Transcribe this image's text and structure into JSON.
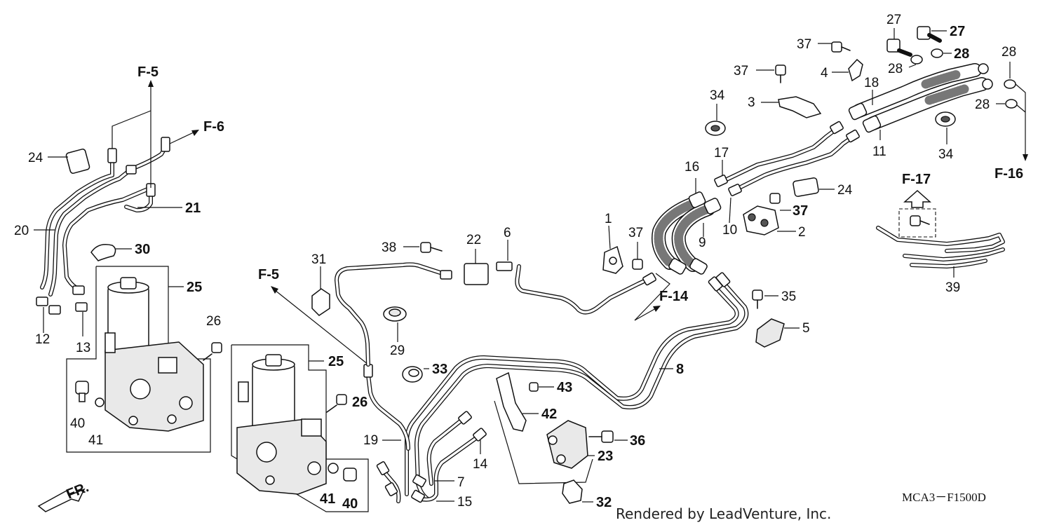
{
  "diagram": {
    "callouts": {
      "c1": "1",
      "c2": "2",
      "c3": "3",
      "c4": "4",
      "c5": "5",
      "c6": "6",
      "c7": "7",
      "c8": "8",
      "c9": "9",
      "c10": "10",
      "c11": "11",
      "c12": "12",
      "c13": "13",
      "c14": "14",
      "c15": "15",
      "c16": "16",
      "c17": "17",
      "c18": "18",
      "c19": "19",
      "c20": "20",
      "c21": "21",
      "c22": "22",
      "c23": "23",
      "c24a": "24",
      "c24b": "24",
      "c25a": "25",
      "c25b": "25",
      "c26a": "26",
      "c26b": "26",
      "c27a": "27",
      "c27b": "27",
      "c28a": "28",
      "c28b": "28",
      "c28c": "28",
      "c28d": "28",
      "c29": "29",
      "c30": "30",
      "c31": "31",
      "c32": "32",
      "c33": "33",
      "c34a": "34",
      "c34b": "34",
      "c35": "35",
      "c36": "36",
      "c37a": "37",
      "c37b": "37",
      "c37c": "37",
      "c37d": "37",
      "c38": "38",
      "c39": "39",
      "c40a": "40",
      "c40b": "40",
      "c41a": "41",
      "c41b": "41",
      "c42": "42",
      "c43": "43"
    },
    "refs": {
      "f5_top": "F-5",
      "f6": "F-6",
      "f5_mid": "F-5",
      "f14": "F-14",
      "f16": "F-16",
      "f17": "F-17"
    },
    "direction_label": "FR.",
    "diagram_code": "MCA3－F1500D",
    "credit": "Rendered by LeadVenture, Inc."
  }
}
